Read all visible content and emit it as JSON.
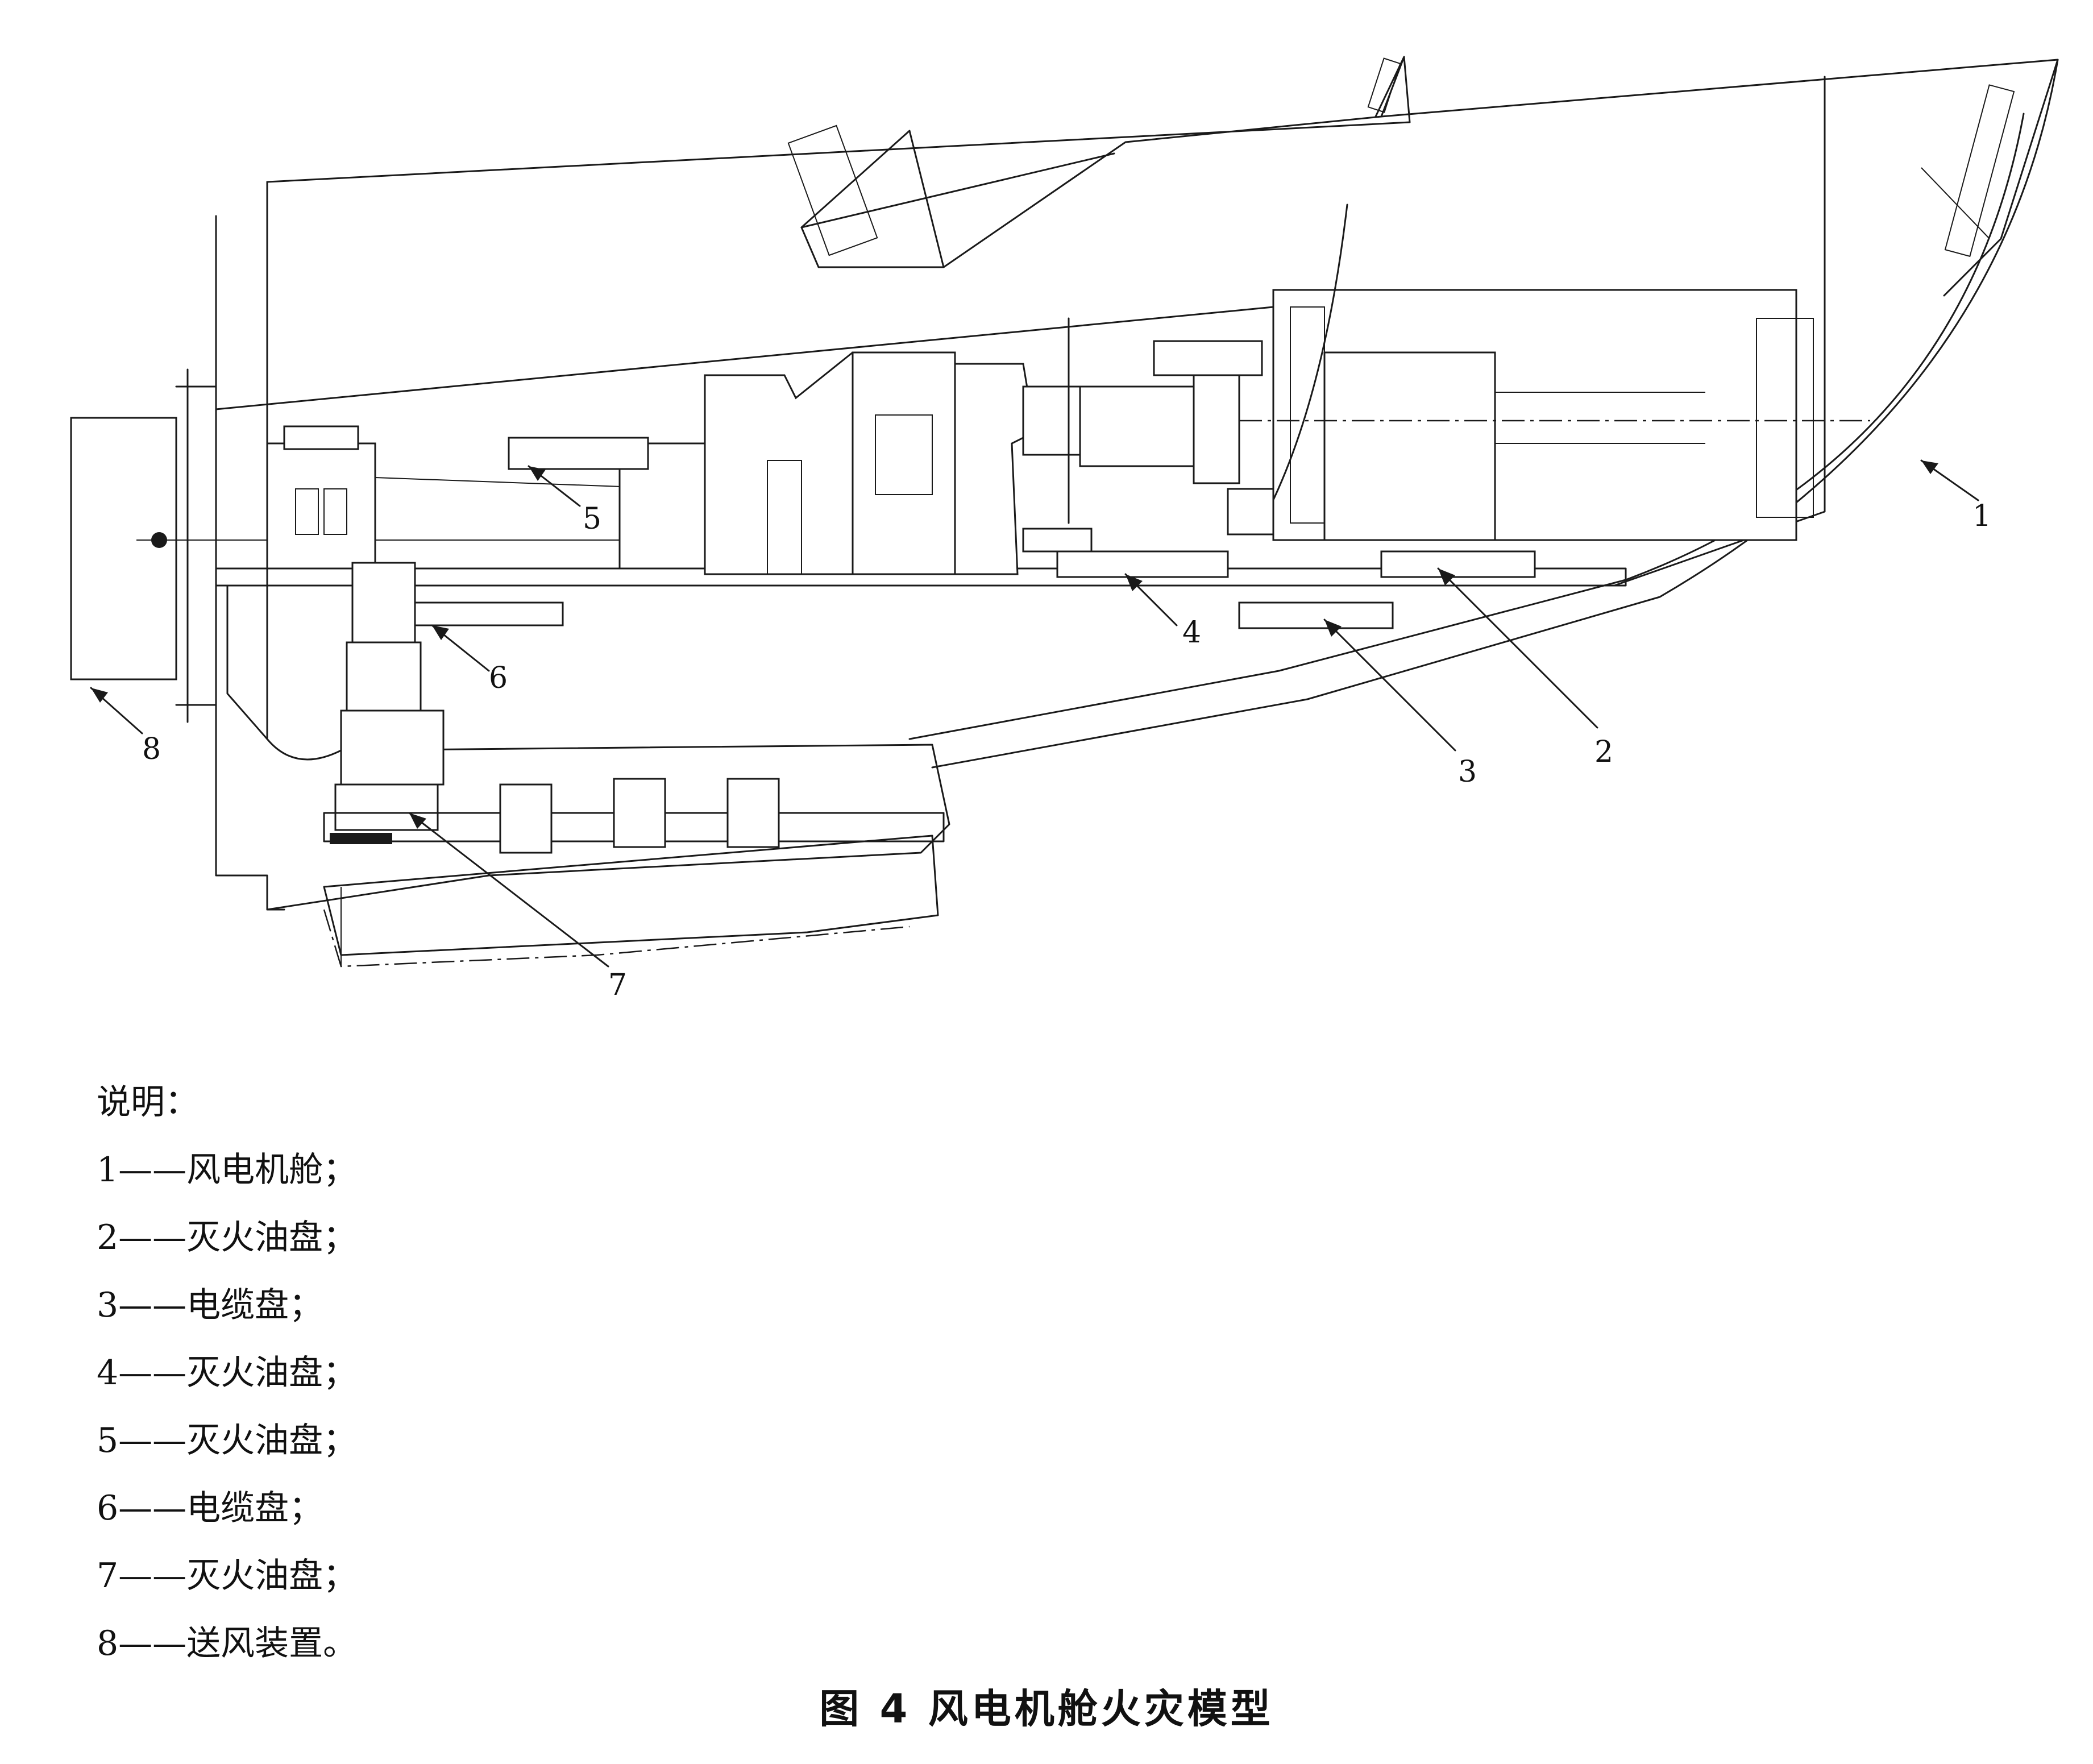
{
  "callouts": [
    {
      "num": "1"
    },
    {
      "num": "2"
    },
    {
      "num": "3"
    },
    {
      "num": "4"
    },
    {
      "num": "5"
    },
    {
      "num": "6"
    },
    {
      "num": "7"
    },
    {
      "num": "8"
    }
  ],
  "legend": {
    "heading": "说明：",
    "items": [
      "1——风电机舱；",
      "2——灭火油盘；",
      "3——电缆盘；",
      "4——灭火油盘；",
      "5——灭火油盘；",
      "6——电缆盘；",
      "7——灭火油盘；",
      "8——送风装置。"
    ]
  },
  "caption": "图 4   风电机舱火灾模型"
}
